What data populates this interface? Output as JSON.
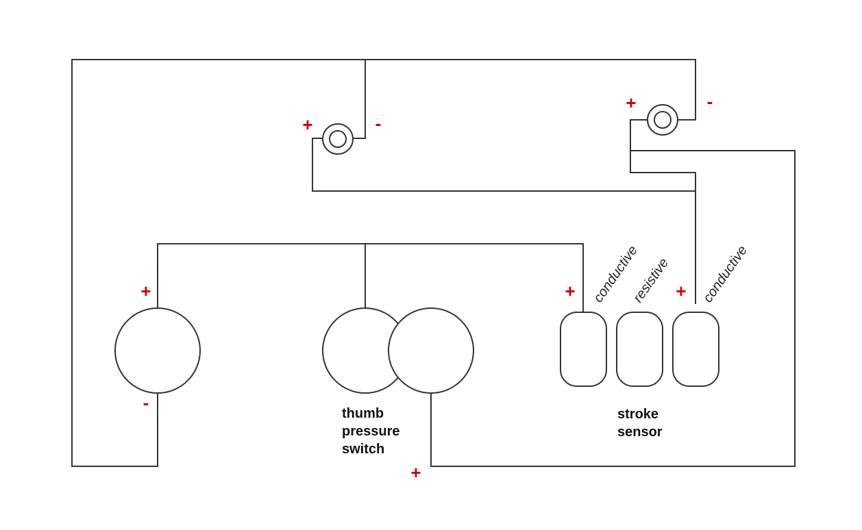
{
  "colors": {
    "wire": "#333333",
    "polarity": "#cc0000",
    "label": "#111111"
  },
  "polarity": {
    "plus": "+",
    "minus": "-"
  },
  "components": {
    "battery": {
      "icon": "battery-circle"
    },
    "lamp_left": {
      "icon": "lamp-ring"
    },
    "lamp_right": {
      "icon": "lamp-ring"
    },
    "thumb_pressure_switch": {
      "icon": "double-circle-switch",
      "label_lines": [
        "thumb",
        "pressure",
        "switch"
      ]
    },
    "stroke_sensor": {
      "label_lines": [
        "stroke",
        "sensor"
      ],
      "pads": [
        {
          "label": "conductive"
        },
        {
          "label": "resistive"
        },
        {
          "label": "conductive"
        }
      ]
    }
  }
}
